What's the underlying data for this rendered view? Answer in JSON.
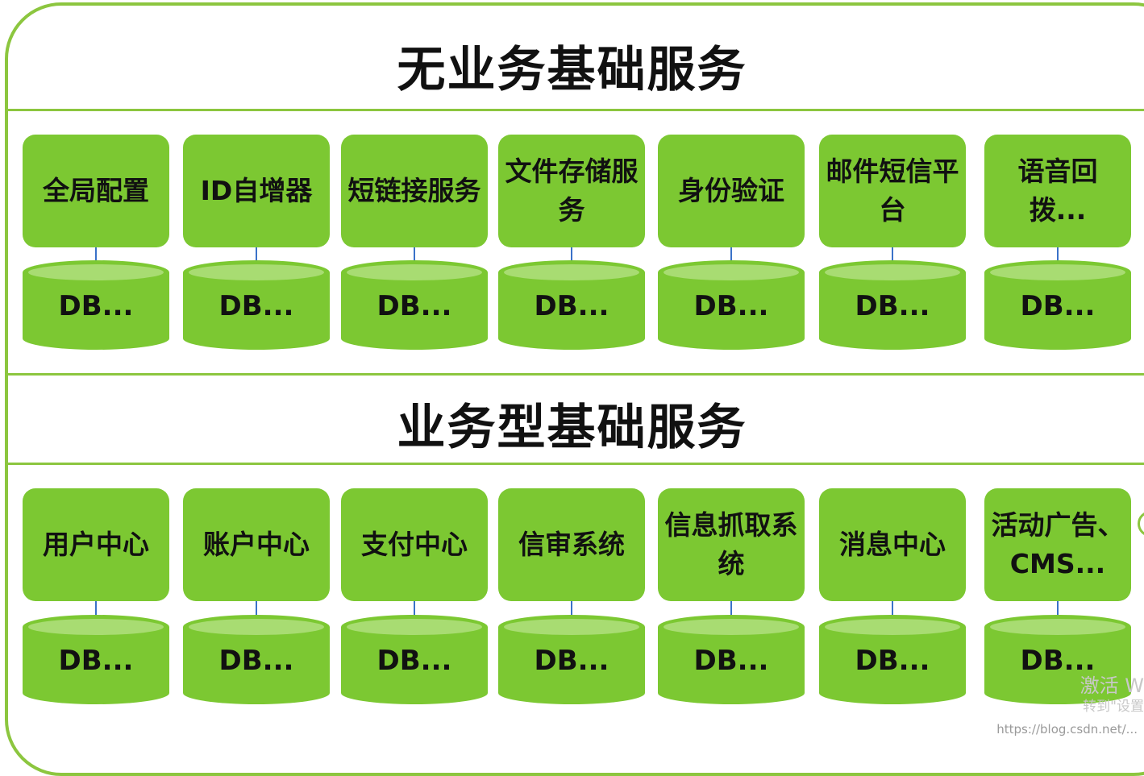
{
  "sections": [
    {
      "title": "无业务基础服务",
      "services": [
        {
          "label": "全局配置",
          "db": "DB..."
        },
        {
          "label": "ID自增器",
          "db": "DB..."
        },
        {
          "label": "短链接服务",
          "db": "DB..."
        },
        {
          "label": "文件存储服务",
          "db": "DB..."
        },
        {
          "label": "身份验证",
          "db": "DB..."
        },
        {
          "label": "邮件短信平台",
          "db": "DB..."
        },
        {
          "label": "语音回拨...",
          "db": "DB..."
        }
      ]
    },
    {
      "title": "业务型基础服务",
      "services": [
        {
          "label": "用户中心",
          "db": "DB..."
        },
        {
          "label": "账户中心",
          "db": "DB..."
        },
        {
          "label": "支付中心",
          "db": "DB..."
        },
        {
          "label": "信审系统",
          "db": "DB..."
        },
        {
          "label": "信息抓取系统",
          "db": "DB..."
        },
        {
          "label": "消息中心",
          "db": "DB..."
        },
        {
          "label": "活动广告、CMS...",
          "db": "DB..."
        }
      ]
    }
  ],
  "watermark": "https://blog.csdn.net/...",
  "activate_text": "激活 W",
  "activate_sub": "转到\"设置",
  "colors": {
    "card": "#7cc832",
    "db_body": "#7cc832",
    "db_top": "#a8dc72",
    "frame": "#8cc63f",
    "link": "#3a72c8"
  }
}
